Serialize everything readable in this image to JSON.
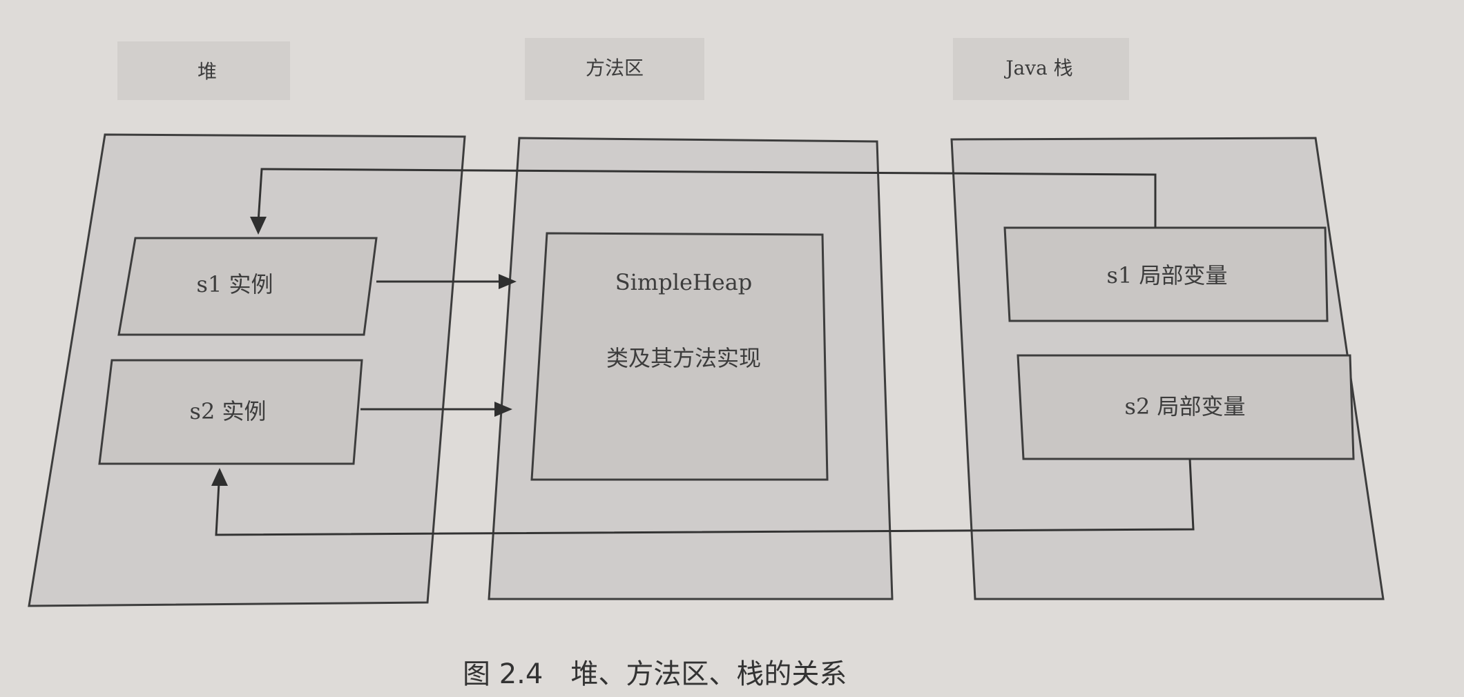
{
  "headers": {
    "heap": "堆",
    "method_area": "方法区",
    "java_stack": "Java 栈"
  },
  "heap": {
    "s1_instance": "s1 实例",
    "s2_instance": "s2 实例"
  },
  "method_area": {
    "class_name": "SimpleHeap",
    "class_desc": "类及其方法实现"
  },
  "java_stack": {
    "s1_local": "s1 局部变量",
    "s2_local": "s2 局部变量"
  },
  "caption": "图 2.4　堆、方法区、栈的关系"
}
